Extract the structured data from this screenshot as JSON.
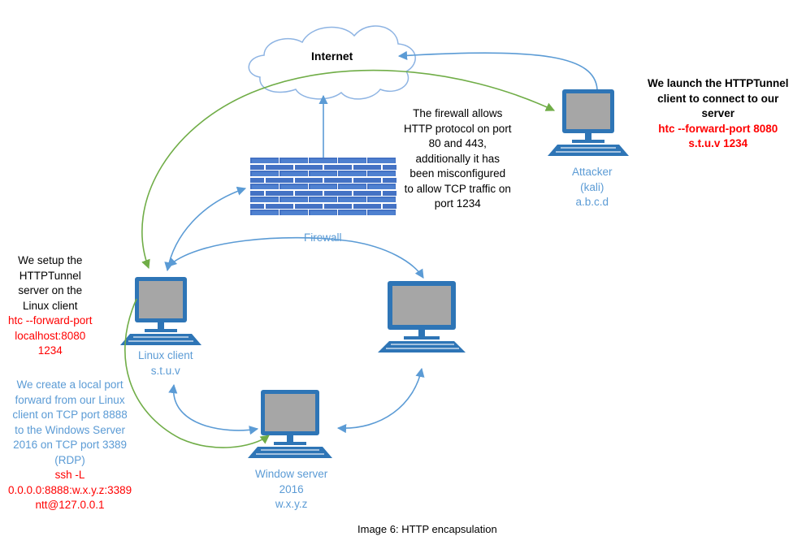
{
  "colors": {
    "arrow_blue": "#5b9bd5",
    "arrow_green": "#70ad47",
    "wall_blue": "#4472c4",
    "screen_gray": "#a6a6a6",
    "label_blue": "#5b9bd5",
    "command_red": "#ff0000"
  },
  "nodes": {
    "internet": {
      "label": "Internet",
      "icon": "cloud-icon"
    },
    "firewall": {
      "label": "Firewall",
      "icon": "brick-wall-icon"
    },
    "attacker": {
      "label_lines": [
        "Attacker",
        "(kali)",
        "a.b.c.d"
      ],
      "icon": "computer-icon"
    },
    "linux_client": {
      "label_lines": [
        "Linux client",
        "s.t.u.v"
      ],
      "icon": "computer-icon"
    },
    "windows_server": {
      "label_lines": [
        "Window server",
        "2016",
        "w.x.y.z"
      ],
      "icon": "computer-icon"
    },
    "unlabeled_host": {
      "icon": "computer-icon"
    }
  },
  "annotations": {
    "firewall_note": [
      "The firewall allows",
      "HTTP protocol on port",
      "80 and 443,",
      "additionally it has",
      "been misconfigured",
      "to allow TCP traffic on",
      "port 1234"
    ],
    "attacker_note": {
      "text_lines": [
        "We launch the HTTPTunnel",
        "client to connect to our",
        "server"
      ],
      "command_lines": [
        "htc --forward-port 8080",
        "s.t.u.v 1234"
      ]
    },
    "linux_note": {
      "text_lines": [
        "We setup the",
        "HTTPTunnel",
        "server on the",
        "Linux client"
      ],
      "command_lines": [
        "htc --forward-port",
        "localhost:8080",
        "1234"
      ]
    },
    "port_forward_note": {
      "text_lines": [
        "We create a local port",
        "forward from our Linux",
        "client on TCP port 8888",
        "to the Windows Server",
        "2016 on TCP port 3389",
        "(RDP)"
      ],
      "command_lines": [
        "ssh -L",
        "0.0.0.0:8888:w.x.y.z:3389",
        "ntt@127.0.0.1"
      ]
    }
  },
  "caption": "Image 6: HTTP encapsulation"
}
